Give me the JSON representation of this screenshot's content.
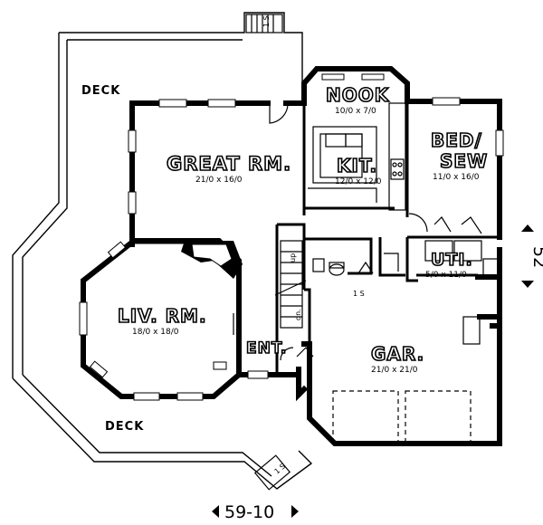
{
  "rooms": {
    "deck_top": {
      "label": "DECK"
    },
    "deck_bottom": {
      "label": "DECK"
    },
    "nook": {
      "label": "NOOK",
      "dims": "10/0 x 7/0"
    },
    "great_rm": {
      "label": "GREAT RM.",
      "dims": "21/0 x 16/0"
    },
    "kit": {
      "label": "KIT.",
      "dims": "12/0 x 12/0"
    },
    "bed_sew": {
      "label_line1": "BED/",
      "label_line2": "SEW",
      "dims": "11/0 x 16/0"
    },
    "uti": {
      "label": "UTI.",
      "dims": "5/0 x 11/0"
    },
    "liv_rm": {
      "label": "LIV. RM.",
      "dims": "18/0 x 18/0"
    },
    "ent": {
      "label": "ENT."
    },
    "gar": {
      "label": "GAR.",
      "dims": "21/0 x 21/0"
    }
  },
  "stair_labels": {
    "up": "up",
    "dn": "dn."
  },
  "step_marks": {
    "step_one": "1 S",
    "step_two": "1 S",
    "step_three": "1 S"
  },
  "overall_dims": {
    "width": "59-10",
    "depth": "52"
  }
}
